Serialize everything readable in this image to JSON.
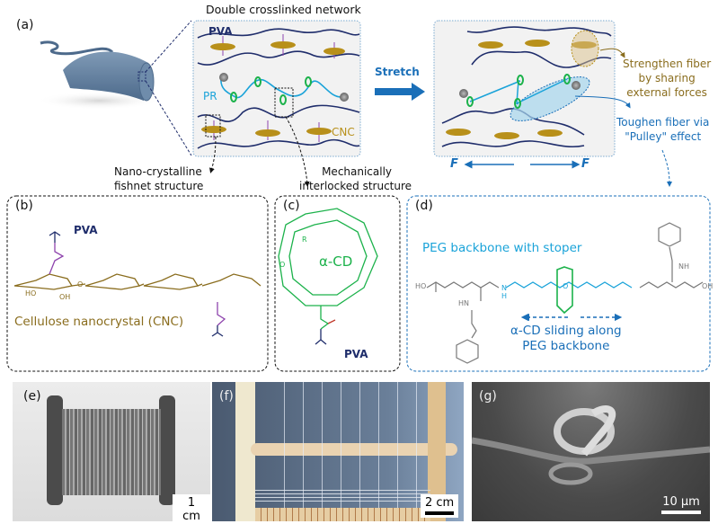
{
  "panels": {
    "a": {
      "label": "(a)",
      "network_title": "Double crosslinked network",
      "pva": "PVA",
      "pr": "PR",
      "cnc": "CNC",
      "stretch": "Stretch",
      "force_left": "F",
      "force_right": "F",
      "strengthen": [
        "Strengthen fiber",
        "by sharing",
        "external forces"
      ],
      "toughen": [
        "Toughen fiber via",
        "\"Pulley\" effect"
      ],
      "fishnet": [
        "Nano-crystalline",
        "fishnet structure"
      ],
      "interlocked": [
        "Mechanically",
        "interlocked structure"
      ]
    },
    "b": {
      "label": "(b)",
      "pva": "PVA",
      "cnc_name": "Cellulose nanocrystal (CNC)",
      "oh": "OH",
      "ho": "HO",
      "o": "O"
    },
    "c": {
      "label": "(c)",
      "cd_name": "α-CD",
      "pva": "PVA",
      "r": "R",
      "o": "O"
    },
    "d": {
      "label": "(d)",
      "peg_title": "PEG backbone with stoper",
      "sliding": [
        "α-CD sliding along",
        "PEG backbone"
      ],
      "ho": "HO",
      "oh": "OH",
      "nh": "NH",
      "hn": "HN",
      "n": "N",
      "h": "H",
      "o": "O"
    },
    "e": {
      "label": "(e)",
      "scale": "1 cm"
    },
    "f": {
      "label": "(f)",
      "scale": "2 cm"
    },
    "g": {
      "label": "(g)",
      "scale": "10 µm"
    }
  },
  "colors": {
    "pva": "#1f2d6b",
    "cnc": "#b8901a",
    "cnc_text": "#8a6d1e",
    "pr": "#1aa3d9",
    "cd": "#1cb24b",
    "stretch": "#1a6fb8",
    "toughen": "#1a6fb8",
    "ester": "#8e44ad",
    "red": "#c0392b"
  }
}
